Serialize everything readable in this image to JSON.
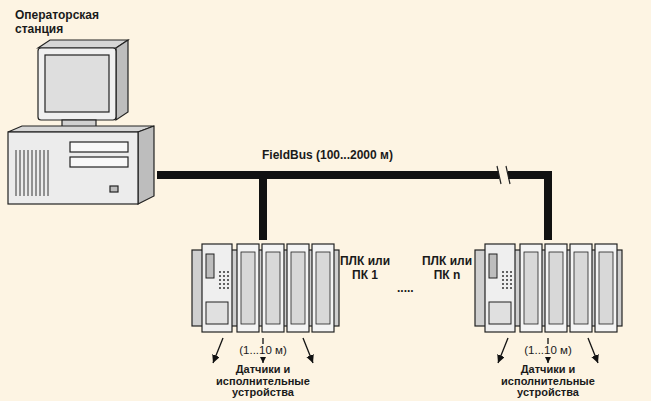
{
  "diagram": {
    "nodes": [
      {
        "text": [
          "Операторская станция"
        ]
      },
      {
        "text": [
          "ПЛК или ПК 1"
        ]
      },
      {
        "text": [
          "ПЛК или ПК n"
        ]
      },
      {
        "text": [
          "Датчики и исполнительные устройства"
        ]
      },
      {
        "text": [
          "Датчики и исполнительные устройства"
        ]
      }
    ],
    "edges": [
      {
        "from": 0,
        "to": 1,
        "arrow": "none"
      },
      {
        "from": 0,
        "to": 2,
        "arrow": "none"
      },
      {
        "from": 1,
        "to": 3,
        "arrow": "to"
      },
      {
        "from": 1,
        "to": 3,
        "arrow": "to",
        "label": "(1...10 м)"
      },
      {
        "from": 1,
        "to": 3,
        "arrow": "to"
      },
      {
        "from": 2,
        "to": 4,
        "arrow": "to"
      },
      {
        "from": 2,
        "to": 4,
        "arrow": "to",
        "label": "(1...10 м)"
      },
      {
        "from": 2,
        "to": 4,
        "arrow": "to"
      }
    ],
    "labels": [
      "FieldBus (100...2000 м)",
      "....."
    ]
  }
}
